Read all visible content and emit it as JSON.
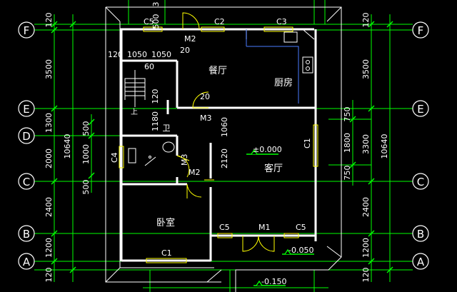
{
  "axes": {
    "horizontal": [
      "F",
      "E",
      "D",
      "C",
      "B",
      "A"
    ]
  },
  "dimensions": {
    "left_outer": [
      "3500",
      "1300",
      "2000",
      "2400",
      "1200"
    ],
    "left_outer_total": "10640",
    "left_inner": [
      "500",
      "1000",
      "500"
    ],
    "left_top_offset": "120",
    "left_bottom_offset": "120",
    "right_inner": [
      "750",
      "1800",
      "750"
    ],
    "right_mid": "3300",
    "right_outer": [
      "3500",
      "2400",
      "1200"
    ],
    "right_outer_total": "10640",
    "right_top_offset": "120",
    "right_bottom_offset": "120",
    "stair_widths": [
      "1050",
      "1050"
    ],
    "stair_left": "120",
    "stair_small": "60",
    "misc_120": "120",
    "misc_1180": "1180",
    "misc_1060": "1060",
    "misc_2120": "2120",
    "misc_20a": "20",
    "misc_20b": "20",
    "top_cut_a": "3",
    "top_cut_b": "500"
  },
  "rooms": {
    "dining": "餐厅",
    "kitchen": "厨房",
    "living": "客厅",
    "bedroom": "卧室",
    "bath": "卫",
    "stair_up": "上"
  },
  "openings": {
    "c5_top": "C5",
    "c2_top": "C2",
    "c3_top": "C3",
    "m2_top": "M2",
    "m3": "M3",
    "m2_bath": "M2",
    "m3_bath": "M3",
    "c4": "C4",
    "c1_right": "C1",
    "c1_bottom": "C1",
    "c5_left": "C5",
    "c5_right": "C5",
    "m1": "M1"
  },
  "levels": {
    "living_floor": "±0.000",
    "entry": "-0.050",
    "outside": "-0.150"
  }
}
